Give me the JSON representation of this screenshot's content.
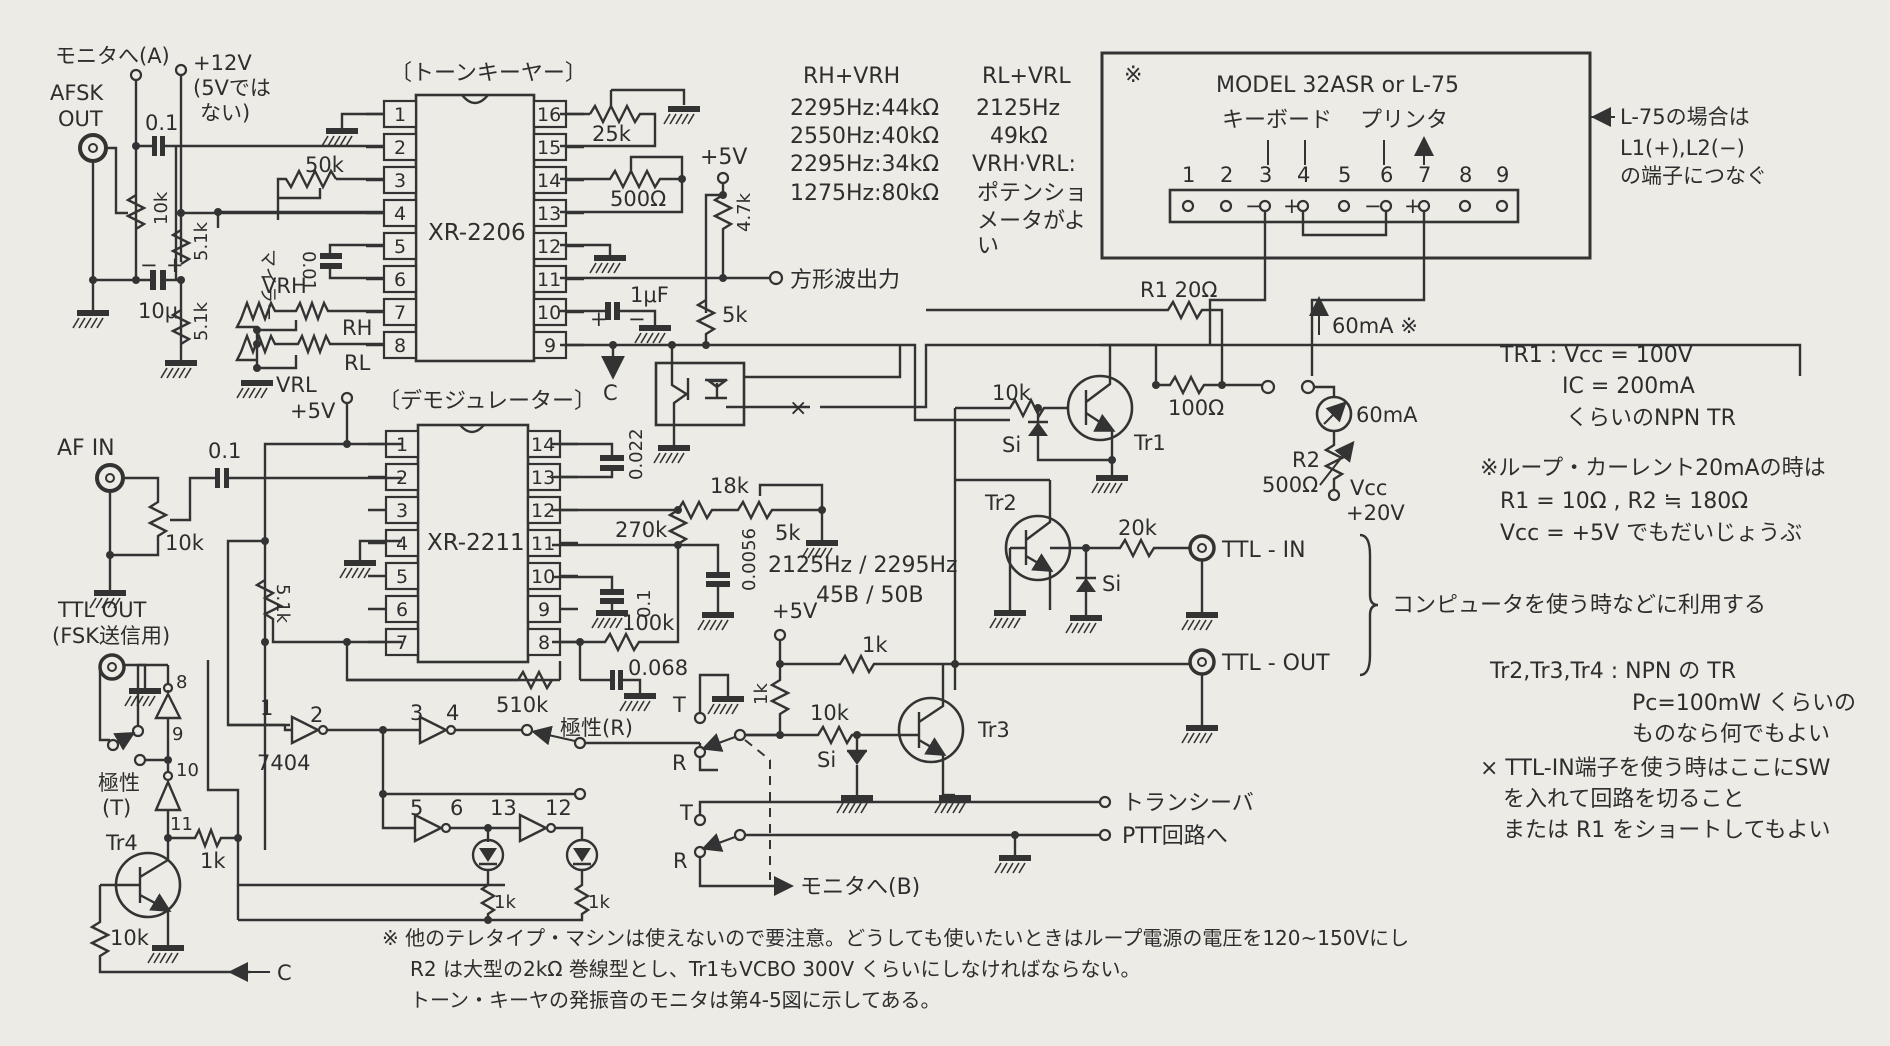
{
  "figure": {
    "type": "circuit-schematic",
    "ground_note": "ground symbols shown as hatched bars"
  },
  "tone_keyer": {
    "title": "〔トーンキーヤー〕",
    "ic": "XR-2206",
    "pins_left": [
      "1",
      "2",
      "3",
      "4",
      "5",
      "6",
      "7",
      "8"
    ],
    "pins_right": [
      "16",
      "15",
      "14",
      "13",
      "12",
      "11",
      "10",
      "9"
    ],
    "pot_25k": "25k",
    "pot_500": "500Ω",
    "res_50k": "50k",
    "cap_mylar": "マイラー",
    "cap_mylar_val": "0.01",
    "vrh": "VRH",
    "rh": "RH",
    "vrl": "VRL",
    "rl": "RL",
    "cap_1uf": "1μF",
    "res_47k": "4.7k",
    "res_5k": "5k",
    "plus5v": "+5V",
    "square_out": "方形波出力",
    "label_c": "C"
  },
  "afsk": {
    "monitor_a": "モニタへ(A)",
    "out_label_1": "AFSK",
    "out_label_2": "OUT",
    "cap": "0.1",
    "pot": "10k",
    "v12": "+12V",
    "v12_note_1": "(5Vでは",
    "v12_note_2": "ない)",
    "res_51k_a": "5.1k",
    "res_51k_b": "5.1k",
    "cap_10u": "10μ",
    "minus": "−",
    "plus": "+"
  },
  "rh_table": {
    "header": "RH+VRH",
    "rows": [
      "2295Hz:44kΩ",
      "2550Hz:40kΩ",
      "2295Hz:34kΩ",
      "1275Hz:80kΩ"
    ]
  },
  "rl_table": {
    "header": "RL+VRL",
    "rows": [
      "2125Hz",
      "49kΩ",
      "VRH·VRL:",
      "ポテンショ",
      "メータがよ",
      "い"
    ]
  },
  "teletype": {
    "mark": "※",
    "model": "MODEL  32ASR  or  L-75",
    "keyboard": "キーボード",
    "printer": "プリンタ",
    "terminals": [
      "1",
      "2",
      "3",
      "4",
      "5",
      "6",
      "7",
      "8",
      "9"
    ],
    "polarity": [
      "−",
      "+",
      "−",
      "+"
    ],
    "l75_note": [
      "L-75の場合は",
      "L1(+),L2(−)",
      "の端子につなぐ"
    ]
  },
  "loop": {
    "r1": "R1 20Ω",
    "r100": "100Ω",
    "current": "60mA ※",
    "meter": "60mA",
    "r2": "R2",
    "r2_val": "500Ω",
    "vcc": "Vcc",
    "vcc_val": "+20V",
    "res_10k": "10k",
    "diode": "Si",
    "tr1": "Tr1"
  },
  "tr1_note": [
    "TR1 : Vcc = 100V",
    "IC  = 200mA",
    "くらいのNPN TR"
  ],
  "loop_note": [
    "※ループ・カーレント20mAの時は",
    "R1 = 10Ω ,  R2 ≒ 180Ω",
    "Vcc = +5V でもだいじょうぶ"
  ],
  "demod": {
    "title": "〔デモジュレーター〕",
    "ic": "XR-2211",
    "pins_left": [
      "1",
      "2",
      "3",
      "4",
      "5",
      "6",
      "7"
    ],
    "pins_right": [
      "14",
      "13",
      "12",
      "11",
      "10",
      "9",
      "8"
    ],
    "plus5v": "+5V",
    "af_in": "AF  IN",
    "cap_01": "0.1",
    "pot_10k": "10k",
    "res_51k": "5.1k",
    "cap_0022": "0.022",
    "res_18k": "18k",
    "res_270k": "270k",
    "pot_5k": "5k",
    "cap_00056": "0.0056",
    "cap_01b": "0.1",
    "res_100k": "100k",
    "cap_0068": "0.068",
    "res_510k": "510k",
    "freq": "2125Hz / 2295Hz",
    "baud": "45B / 50B",
    "x_mark": "×"
  },
  "ttl": {
    "tr2": "Tr2",
    "res_20k": "20k",
    "diode": "Si",
    "ttl_in": "TTL - IN",
    "ttl_out": "TTL - OUT",
    "plus5v": "+5V",
    "res_1k": "1k",
    "res_1k_b": "1k",
    "res_10k": "10k",
    "diode2": "Si",
    "tr3": "Tr3",
    "computer_note": "コンピュータを使う時などに利用する"
  },
  "tr_note": [
    "Tr2,Tr3,Tr4 :  NPN の TR",
    "Pc=100mW くらいの",
    "ものなら何でもよい"
  ],
  "x_note": [
    "× TTL-IN端子を使う時はここにSW",
    "を入れて回路を切ること",
    "または R1 をショートしてもよい"
  ],
  "fsk": {
    "ttl_out_1": "TTL    OUT",
    "ttl_out_2": "(FSK送信用)",
    "pin8": "8",
    "pin9": "9",
    "pin10": "10",
    "pin11": "11",
    "polarity_t_1": "極性",
    "polarity_t_2": "(T)",
    "tr4": "Tr4",
    "res_1k": "1k",
    "res_10k": "10k",
    "label_c": "C"
  },
  "logic": {
    "chip": "7404",
    "pins": [
      "1",
      "2",
      "3",
      "4",
      "5",
      "6",
      "13",
      "12"
    ],
    "polarity_r": "極性(R)",
    "led_res_1": "1k",
    "led_res_2": "1k",
    "sw_t": "T",
    "sw_r": "R",
    "sw_t2": "T",
    "sw_r2": "R",
    "transceiver": "トランシーバ",
    "ptt": "PTT回路へ",
    "monitor_b": "モニタへ(B)"
  },
  "footnote": [
    "※ 他のテレタイプ・マシンは使えないので要注意。どうしても使いたいときはループ電源の電圧を120~150Vにし",
    "R2 は大型の2kΩ 巻線型とし、Tr1もVCBO 300V くらいにしなければならない。",
    "トーン・キーヤの発振音のモニタは第4-5図に示してある。"
  ]
}
